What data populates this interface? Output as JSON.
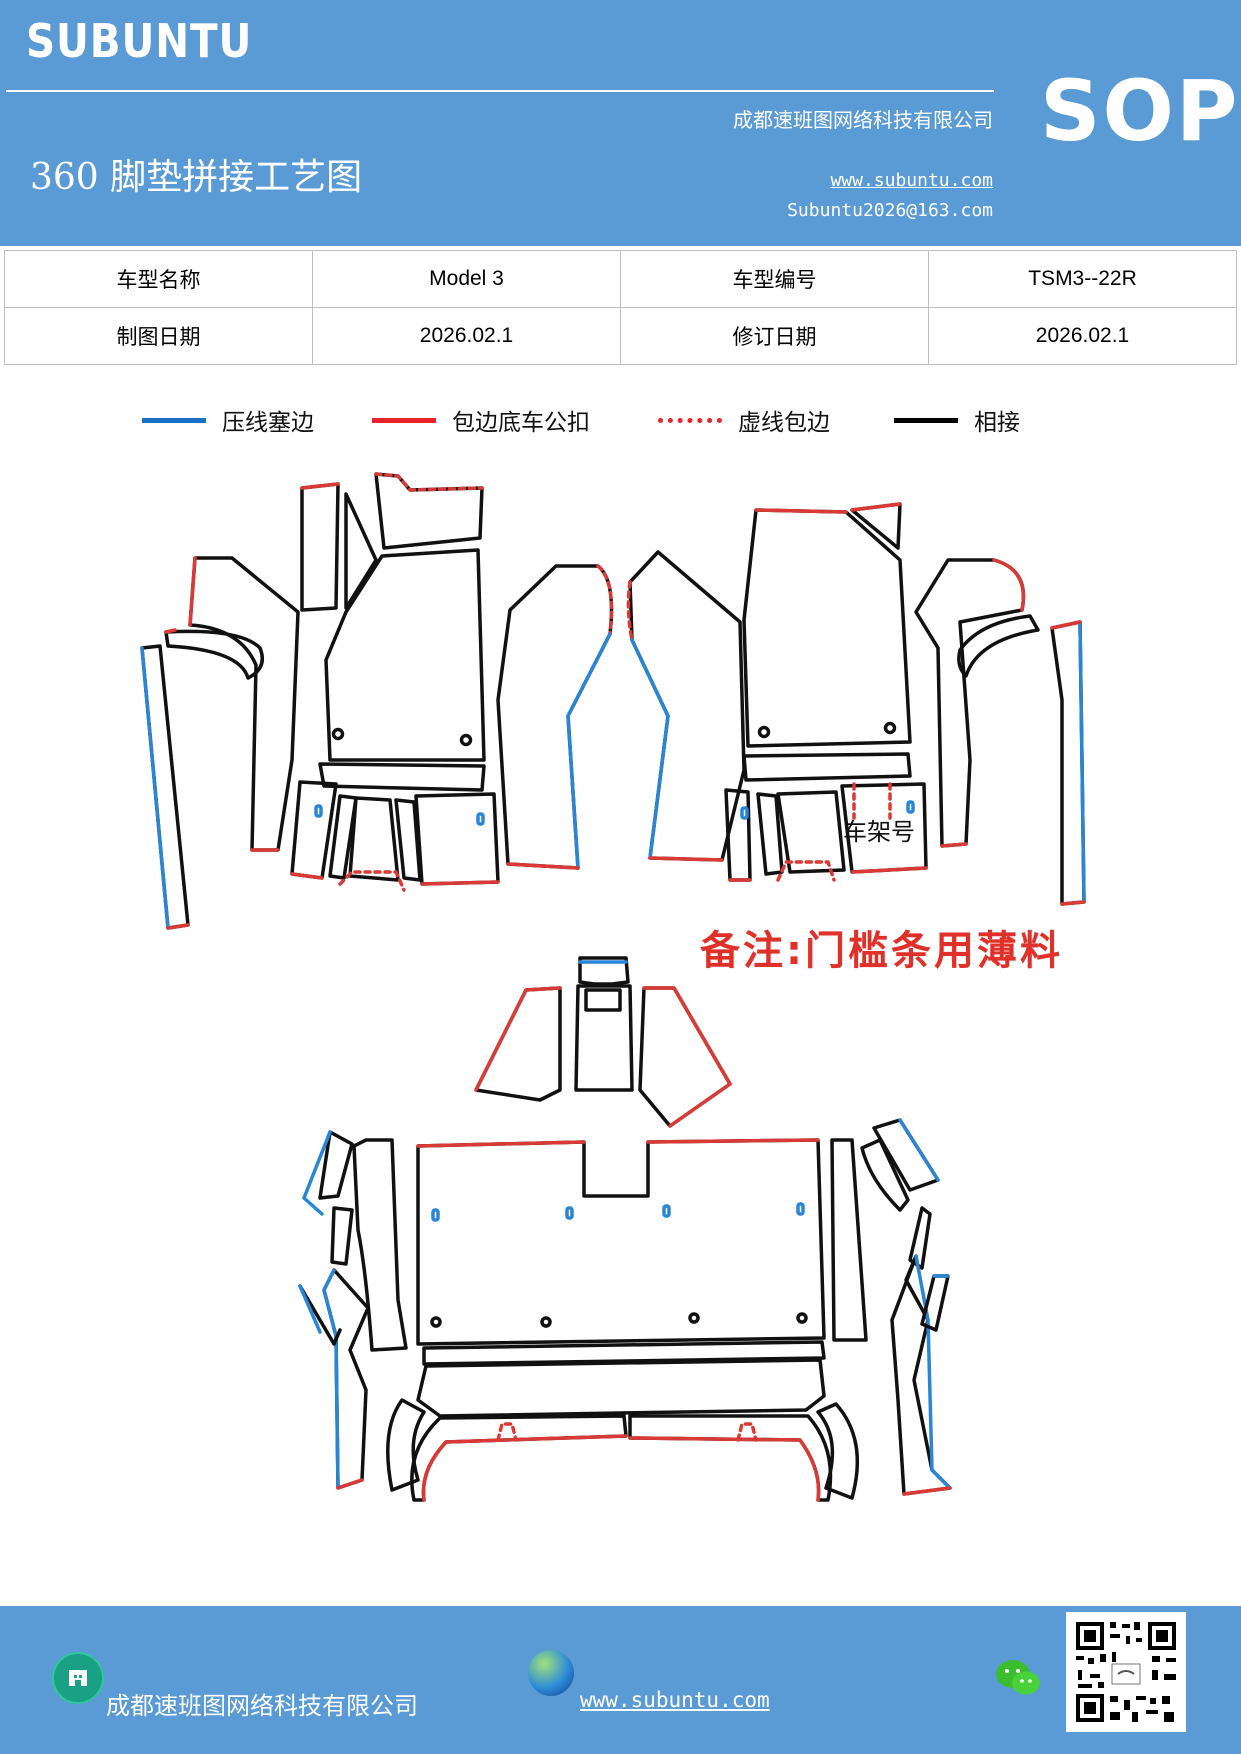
{
  "header": {
    "brand": "SUBUNTU",
    "sop": "SOP",
    "title": "360 脚垫拼接工艺图",
    "company": "成都速班图网络科技有限公司",
    "website": "www.subuntu.com",
    "email": "Subuntu2026@163.com",
    "background_color": "#5b9bd5"
  },
  "info_table": {
    "rows": [
      {
        "label1": "车型名称",
        "value1": "Model 3",
        "label2": "车型编号",
        "value2": "TSM3--22R"
      },
      {
        "label1": "制图日期",
        "value1": "2026.02.1",
        "label2": "修订日期",
        "value2": "2026.02.1"
      }
    ]
  },
  "legend": [
    {
      "label": "压线塞边",
      "color": "#1a6fc4",
      "style": "solid"
    },
    {
      "label": "包边底车公扣",
      "color": "#e8242a",
      "style": "solid"
    },
    {
      "label": "虚线包边",
      "color": "#e8242a",
      "style": "dotted"
    },
    {
      "label": "相接",
      "color": "#000000",
      "style": "solid"
    }
  ],
  "drawing": {
    "remark": "备注:门槛条用薄料",
    "frame_label": "车架号",
    "colors": {
      "press_edge": "#2a86d4",
      "wrap_edge": "#d93a36",
      "joint": "#111111"
    }
  },
  "footer": {
    "company": "成都速班图网络科技有限公司",
    "website": "www.subuntu.com",
    "icons": [
      "company-icon",
      "globe-icon",
      "wechat-icon",
      "qr-code"
    ]
  }
}
